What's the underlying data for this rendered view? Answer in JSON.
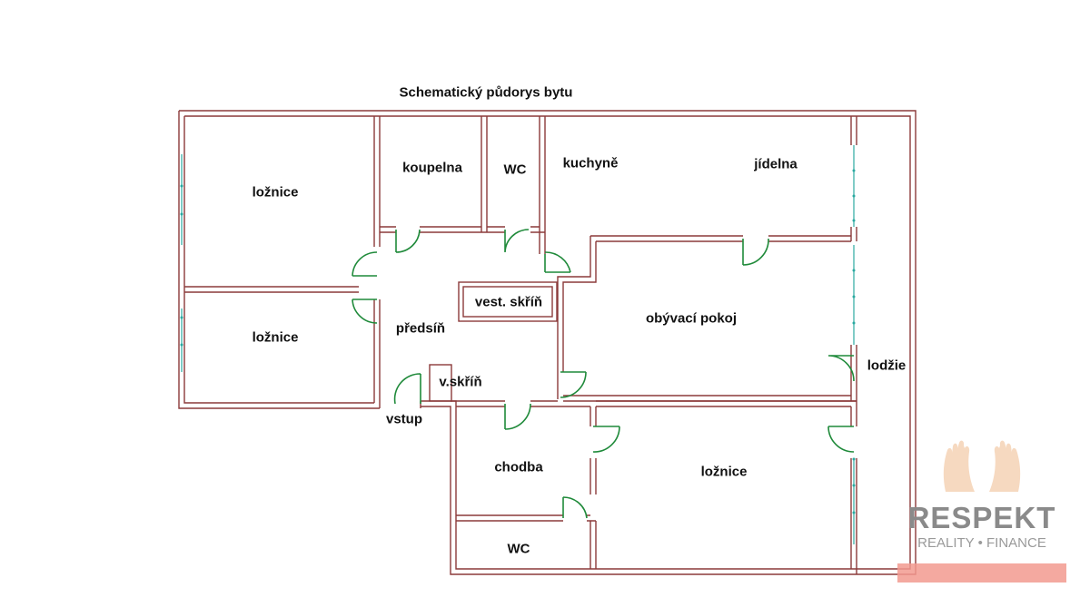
{
  "title": "Schematický půdorys bytu",
  "rooms": {
    "loznice_1": "ložnice",
    "loznice_2": "ložnice",
    "loznice_3": "ložnice",
    "koupelna": "koupelna",
    "wc_1": "WC",
    "wc_2": "WC",
    "kuchyne": "kuchyně",
    "jidelna": "jídelna",
    "vest_skrin": "vest. skříň",
    "predsin": "předsíň",
    "obyvaci_pokoj": "obývací pokoj",
    "v_skrin": "v.skříň",
    "lodzie": "lodžie",
    "vstup": "vstup",
    "chodba": "chodba"
  },
  "logo": {
    "brand": "RESPEKT",
    "sub": "REALITY • FINANCE"
  },
  "colors": {
    "wall": "#8b3a3a",
    "door": "#1f8a3a",
    "window": "#2aa9a0",
    "logo_bar": "#f29a8f",
    "logo_text": "#8a8a8a"
  }
}
